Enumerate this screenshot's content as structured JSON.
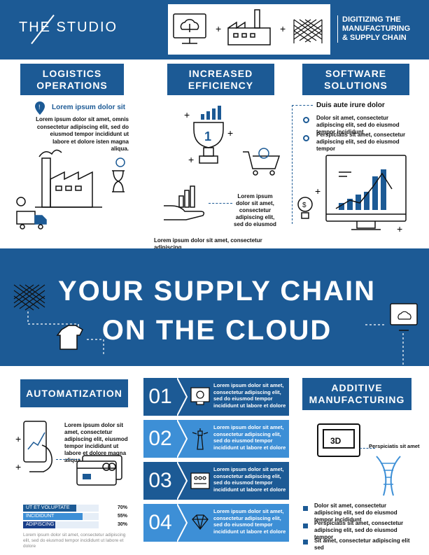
{
  "header": {
    "logo": "THE STUDIO",
    "title_lines": [
      "DIGITIZING THE",
      "MANUFACTURING",
      "& SUPPLY CHAIN"
    ]
  },
  "logistics": {
    "label_lines": [
      "LOGISTICS",
      "OPERATIONS"
    ],
    "subtitle": "Lorem ipsum dolor sit",
    "body": "Lorem ipsum dolor sit amet, omnis consectetur adipiscing elit, sed do eiusmod tempor incididunt ut labore et dolore isten magna aliqua."
  },
  "efficiency": {
    "label_lines": [
      "INCREASED",
      "EFFICIENCY"
    ],
    "side_text": "Lorem ipsum dolor sit amet, consectetur adipiscing elit, sed do eiusmod",
    "caption": "Lorem ipsum dolor sit amet, consectetur adipiscing"
  },
  "software": {
    "label_lines": [
      "SOFTWARE",
      "SOLUTIONS"
    ],
    "subtitle": "Duis aute irure dolor",
    "items": [
      "Dolor sit amet, consectetur adipiscing elit, sed do eiusmod tempor incididunt",
      "Perspiciatis sit amet, consectetur adipiscing elit, sed do eiusmod tempor"
    ]
  },
  "banner": {
    "line1": "YOUR SUPPLY CHAIN",
    "line2": "ON THE CLOUD"
  },
  "automatization": {
    "label": "AUTOMATIZATION",
    "body": "Lorem ipsum dolor sit amet, consectetur adipiscing elit, eiusmod tempor incididunt ut labore et dolore magna aliqua.",
    "bars": [
      {
        "label": "UT ET VOLUPTATE",
        "pct": "70%",
        "value": 0.7
      },
      {
        "label": "INCIDIDUNT",
        "pct": "55%",
        "value": 0.55
      },
      {
        "label": "ADIPISCING",
        "pct": "30%",
        "value": 0.3
      }
    ],
    "footnote": "Lorem ipsum dolor sit amet, consectetur adipiscing elit, sed do eiusmod tempor incididunt ut labore et dolore"
  },
  "steps": [
    {
      "num": "01",
      "text": "Lorem ipsum dolor sit amet, consectetur adipiscing elit, sed do eiusmod tempor incididunt ut labore et dolore",
      "color": "#1c5a95"
    },
    {
      "num": "02",
      "text": "Lorem ipsum dolor sit amet, consectetur adipiscing elit, sed do eiusmod tempor incididunt ut labore et dolore",
      "color": "#3d8fd6"
    },
    {
      "num": "03",
      "text": "Lorem ipsum dolor sit amet, consectetur adipiscing elit, sed do eiusmod tempor incididunt ut labore et dolore",
      "color": "#1c5a95"
    },
    {
      "num": "04",
      "text": "Lorem ipsum dolor sit amet, consectetur adipiscing elit, sed do eiusmod tempor incididunt ut labore et dolore",
      "color": "#3d8fd6"
    }
  ],
  "additive": {
    "label_lines": [
      "ADDITIVE",
      "MANUFACTURING"
    ],
    "printer_text": "3D",
    "side_text": "Perspiciatis sit amet",
    "items": [
      "Dolor sit amet, consectetur adipiscing elit, sed do eiusmod tempor incididunt",
      "Perspiciatis sit amet, consectetur adipiscing elit, sed do eiusmod tempor",
      "Sit amet, consectetur adipiscing elit sed"
    ]
  },
  "colors": {
    "navy": "#1c5a95",
    "light_blue": "#3d8fd6"
  }
}
